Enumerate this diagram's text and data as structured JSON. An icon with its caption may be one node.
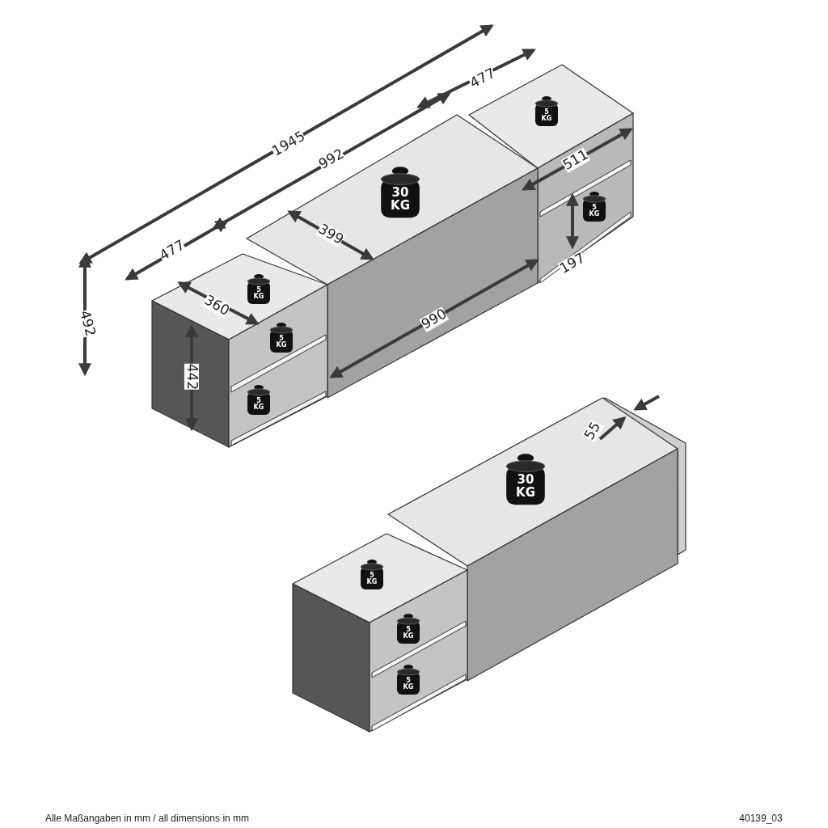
{
  "diagram": {
    "labels": [
      "477",
      "1945",
      "992",
      "5 KG",
      "511",
      "30 KG",
      "5 KG",
      "399",
      "477",
      "197",
      "5 KG",
      "360",
      "492",
      "990",
      "5 KG",
      "442",
      "5 KG",
      "55",
      "30 KG",
      "5 KG",
      "5 KG",
      "5 KG",
      "Alle Maßangaben in mm / all dimensions in mm",
      "40139_03"
    ]
  }
}
